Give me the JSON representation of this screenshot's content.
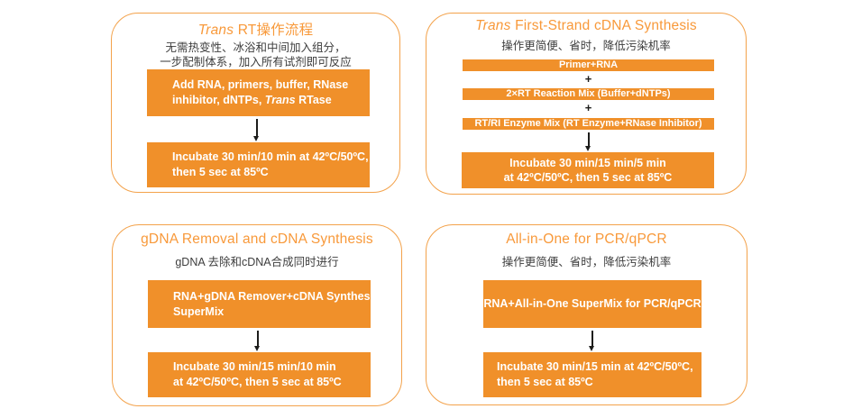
{
  "colors": {
    "box_orange": "#f0902a",
    "title_orange": "#f8993a",
    "border_orange": "#f3a24b",
    "dark_text": "#3d3d3d",
    "arrow_black": "#1d1d1b",
    "box_text": "#ffffff"
  },
  "panels": {
    "trans_rt": {
      "title_italic": "Trans",
      "title_rest": " RT操作流程",
      "subtitle_lines": [
        "无需热变性、冰浴和中间加入组分，",
        "一步配制体系，加入所有试剂即可反应"
      ],
      "step_add": {
        "line1": "Add RNA, primers, buffer, RNase",
        "line2_pre": "inhibitor, dNTPs, ",
        "line2_italic": "Trans",
        "line2_post": " RTase"
      },
      "step_incubate_lines": [
        "Incubate 30 min/10 min at 42ºC/50ºC,",
        "then 5 sec at 85ºC"
      ]
    },
    "first_strand": {
      "title_italic": "Trans",
      "title_rest": " First-Strand cDNA Synthesis",
      "subtitle": "操作更简便、省时，降低污染机率",
      "plus": "+",
      "bars": [
        "Primer+RNA",
        "2×RT Reaction Mix (Buffer+dNTPs)",
        "RT/RI Enzyme Mix (RT Enzyme+RNase Inhibitor)"
      ],
      "step_incubate_lines": [
        "Incubate 30 min/15 min/5 min",
        "at 42ºC/50ºC, then 5 sec at 85ºC"
      ]
    },
    "gdna_removal": {
      "title": "gDNA Removal and cDNA Synthesis",
      "subtitle": "gDNA 去除和cDNA合成同时进行",
      "step_mix_lines": [
        "RNA+gDNA Remover+cDNA Synthesis",
        "SuperMix"
      ],
      "step_incubate_lines": [
        "Incubate 30 min/15 min/10 min",
        "at 42ºC/50ºC, then 5 sec at 85ºC"
      ]
    },
    "all_in_one": {
      "title": "All-in-One for PCR/qPCR",
      "subtitle": "操作更简便、省时，降低污染机率",
      "step_mix": "RNA+All-in-One SuperMix for PCR/qPCR",
      "step_incubate_lines": [
        "Incubate 30 min/15 min at 42ºC/50ºC,",
        "then 5 sec at 85ºC"
      ]
    }
  }
}
